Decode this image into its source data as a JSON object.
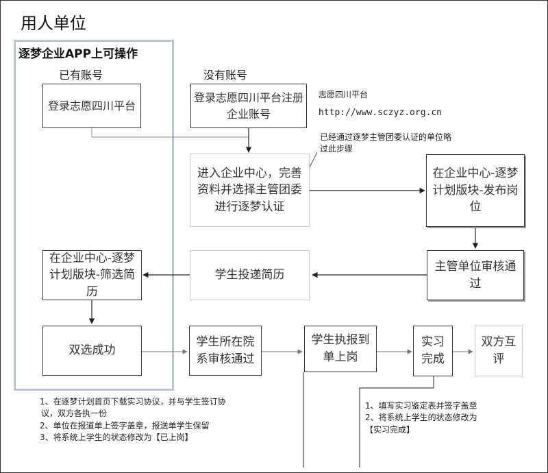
{
  "title": "用人单位",
  "app_region": {
    "title": "逐梦企业APP上可操作"
  },
  "column_labels": {
    "has_account": "已有账号",
    "no_account": "没有账号"
  },
  "boxes": {
    "login": "登录志愿四川平台",
    "register": "登录志愿四川平台注册企业账号",
    "enter_center": "进入企业中心，完善资料并选择主管团委进行逐梦认证",
    "publish": "在企业中心-逐梦计划版块-发布岗位",
    "supervisor_review": "主管单位审核通过",
    "student_submit": "学生投递简历",
    "filter_resume": "在企业中心-逐梦计划版块-筛选简历",
    "mutual_select": "双选成功",
    "department_review": "学生所在院系审核通过",
    "report_duty": "学生执报到单上岗",
    "internship_done": "实习完成",
    "mutual_eval": "双方互评"
  },
  "notes": {
    "platform_name": "志愿四川平台",
    "platform_url": "http://www.sczyz.org.cn",
    "skip_note": "已经通过逐梦主管团委认证的单位略过此步骤",
    "bottom_left": [
      "1、在逐梦计划首页下载实习协议，并与学生签订协",
      "议，双方各执一份",
      "2、单位在报道单上签字盖章，报送单学生保留",
      "3、将系统上学生的状态修改为【已上岗】"
    ],
    "bottom_right": [
      "1、填写实习鉴定表并签字盖章",
      "2、将系统上学生的状态修改为",
      "【实习完成】"
    ]
  }
}
